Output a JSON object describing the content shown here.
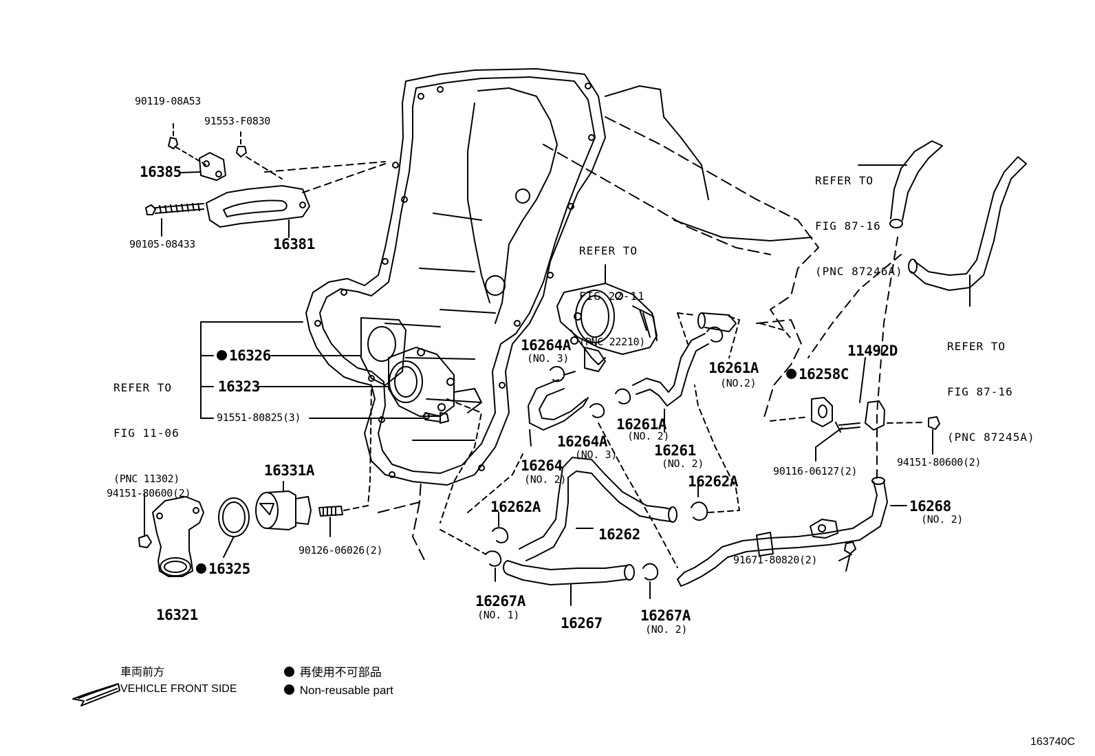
{
  "parts": {
    "p90119": "90119-08A53",
    "p91553": "91553-F0830",
    "p16385": "16385",
    "p90105": "90105-08433",
    "p16381": "16381",
    "p16326": "16326",
    "p16323": "16323",
    "p91551": "91551-80825(3)",
    "p16331A": "16331A",
    "p94151_left": "94151-80600(2)",
    "p16325": "16325",
    "p16321": "16321",
    "p90126": "90126-06026(2)",
    "p16264A_1": "16264A",
    "p16264A_1_sub": "(NO. 3)",
    "p16264A_2": "16264A",
    "p16264A_2_sub": "(NO. 3)",
    "p16264": "16264",
    "p16264_sub": "(NO. 2)",
    "p16261A_1": "16261A",
    "p16261A_1_sub": "(NO.2)",
    "p16261A_2": "16261A",
    "p16261A_2_sub": "(NO. 2)",
    "p16261": "16261",
    "p16261_sub": "(NO. 2)",
    "p16262A_1": "16262A",
    "p16262A_2": "16262A",
    "p16262": "16262",
    "p16267A_1": "16267A",
    "p16267A_1_sub": "(NO. 1)",
    "p16267": "16267",
    "p16267A_2": "16267A",
    "p16267A_2_sub": "(NO. 2)",
    "p16258C": "16258C",
    "p11492D": "11492D",
    "p90116": "90116-06127(2)",
    "p94151_right": "94151-80600(2)",
    "p16268": "16268",
    "p16268_sub": "(NO. 2)",
    "p91671": "91671-80820(2)"
  },
  "refs": {
    "ref_11_06": [
      "REFER TO",
      "FIG 11-06",
      "(PNC 11302)"
    ],
    "ref_22_11": [
      "REFER TO",
      "FIG 22-11",
      "(PNC 22210)"
    ],
    "ref_87_16a": [
      "REFER TO",
      "FIG 87-16",
      "(PNC 87246A)"
    ],
    "ref_87_16b": [
      "REFER TO",
      "FIG 87-16",
      "(PNC 87245A)"
    ]
  },
  "legend": {
    "front_jp": "車両前方",
    "front_en": "VEHICLE FRONT SIDE",
    "nonreuse_jp": "再使用不可部品",
    "nonreuse_en": "Non-reusable part"
  },
  "catalog_code": "163740C"
}
